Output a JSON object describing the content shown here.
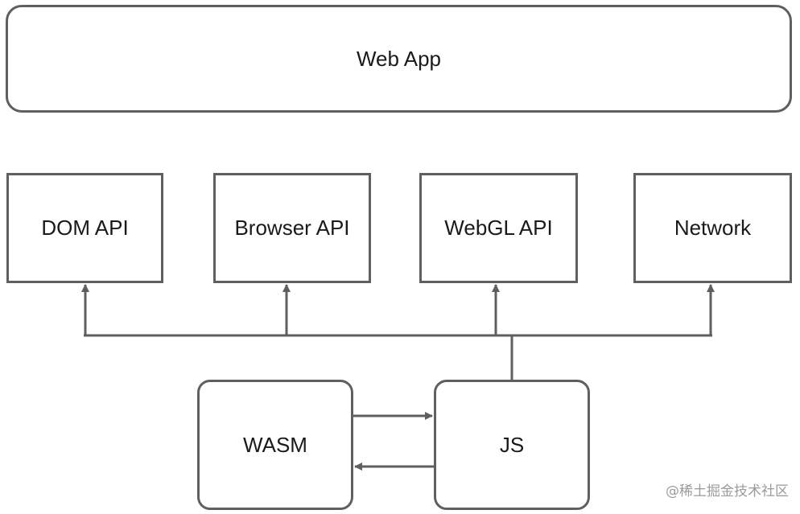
{
  "diagram": {
    "web_app": "Web App",
    "apis": {
      "dom": "DOM API",
      "browser": "Browser API",
      "webgl": "WebGL API",
      "network": "Network"
    },
    "wasm": "WASM",
    "js": "JS"
  },
  "watermark": "@稀土掘金技术社区",
  "colors": {
    "stroke": "#5f5f5f",
    "text": "#1a1a1a"
  }
}
